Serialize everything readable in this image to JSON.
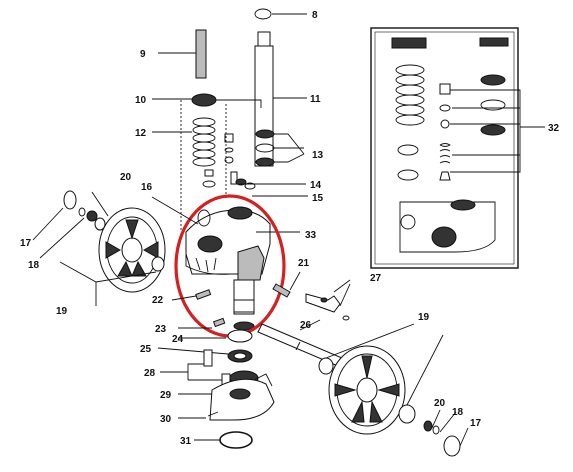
{
  "diagram": {
    "labels": {
      "p8": "8",
      "p9": "9",
      "p10": "10",
      "p11": "11",
      "p12": "12",
      "p13": "13",
      "p14": "14",
      "p15": "15",
      "p16": "16",
      "p17a": "17",
      "p18a": "18",
      "p19a": "19",
      "p20a": "20",
      "p21": "21",
      "p22": "22",
      "p23": "23",
      "p24": "24",
      "p25": "25",
      "p26": "26",
      "p27": "27",
      "p28": "28",
      "p29": "29",
      "p30": "30",
      "p31": "31",
      "p32": "32",
      "p33": "33",
      "p19b": "19",
      "p20b": "20",
      "p18b": "18",
      "p17b": "17"
    },
    "colors": {
      "line": "#111111",
      "highlight": "#d42020",
      "fill_dark": "#333333",
      "fill_gray": "#bbbbbb"
    }
  }
}
